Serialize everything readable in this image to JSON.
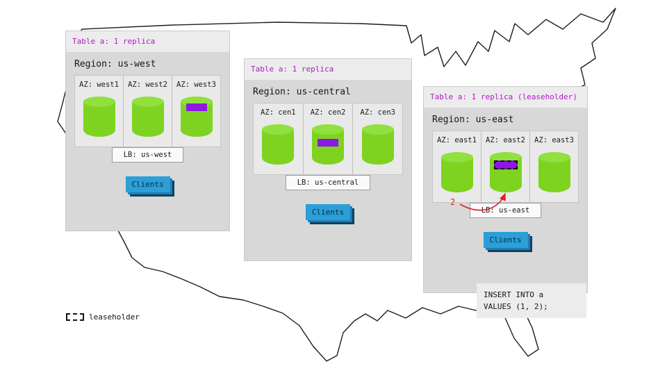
{
  "colors": {
    "magenta": "#b517c8",
    "purple": "#8e17e4",
    "green": "#7ed321",
    "blue": "#2a9fd8",
    "red": "#e02222"
  },
  "panels": [
    {
      "table_label": "Table a: 1 replica",
      "region_label": "Region: us-west",
      "azs": [
        {
          "label": "AZ: west1",
          "has_replica": false,
          "is_leaseholder": false
        },
        {
          "label": "AZ: west2",
          "has_replica": false,
          "is_leaseholder": false
        },
        {
          "label": "AZ: west3",
          "has_replica": true,
          "is_leaseholder": false
        }
      ],
      "lb_label": "LB: us-west",
      "clients_label": "Clients"
    },
    {
      "table_label": "Table a: 1 replica",
      "region_label": "Region: us-central",
      "azs": [
        {
          "label": "AZ: cen1",
          "has_replica": false,
          "is_leaseholder": false
        },
        {
          "label": "AZ: cen2",
          "has_replica": true,
          "is_leaseholder": false
        },
        {
          "label": "AZ: cen3",
          "has_replica": false,
          "is_leaseholder": false
        }
      ],
      "lb_label": "LB: us-central",
      "clients_label": "Clients"
    },
    {
      "table_label": "Table a: 1 replica (leaseholder)",
      "region_label": "Region: us-east",
      "azs": [
        {
          "label": "AZ: east1",
          "has_replica": false,
          "is_leaseholder": false
        },
        {
          "label": "AZ: east2",
          "has_replica": true,
          "is_leaseholder": true
        },
        {
          "label": "AZ: east3",
          "has_replica": false,
          "is_leaseholder": false
        }
      ],
      "lb_label": "LB: us-east",
      "clients_label": "Clients"
    }
  ],
  "write_flow": {
    "value_label": "2"
  },
  "sql_statement": {
    "line1": "INSERT INTO a",
    "line2": "VALUES (1, 2);"
  },
  "legend": {
    "leaseholder_label": "leaseholder"
  }
}
